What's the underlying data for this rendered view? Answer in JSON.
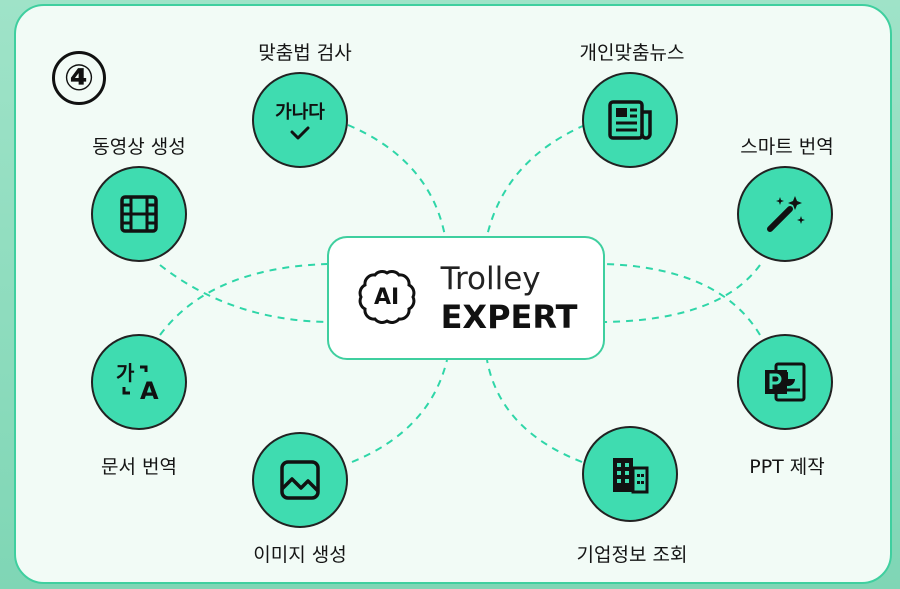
{
  "step_badge": "④",
  "center": {
    "line1": "Trolley",
    "line2": "EXPERT",
    "icon_text": "AI"
  },
  "features": {
    "spell_check": {
      "label": "맞춤법 검사",
      "icon_text": "가나다"
    },
    "news": {
      "label": "개인맞춤뉴스"
    },
    "video": {
      "label": "동영상 생성"
    },
    "smart_translate": {
      "label": "스마트 번역"
    },
    "doc_translate": {
      "label": "문서 번역",
      "icon_text_top": "가",
      "icon_text_bottom": "A"
    },
    "ppt": {
      "label": "PPT 제작",
      "icon_text": "P"
    },
    "image": {
      "label": "이미지 생성"
    },
    "company": {
      "label": "기업정보 조회"
    }
  },
  "colors": {
    "accent": "#3fdcb0",
    "border": "#3fcf9f",
    "line": "#2fd6a8"
  }
}
